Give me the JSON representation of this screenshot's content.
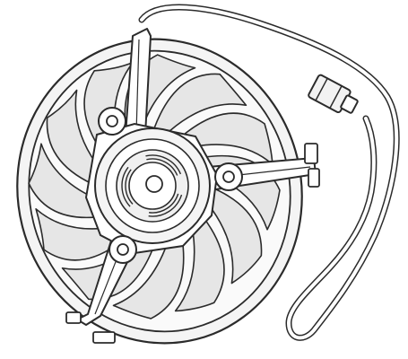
{
  "figure": {
    "subject": "radiator-cooling-fan-line-drawing",
    "colors": {
      "background": "#ffffff",
      "line": "#2b2b2b",
      "blade_fill": "#e6e6e6",
      "shroud_fill": "#f4f4f4",
      "bracket_fill": "#ffffff"
    },
    "blade_count": 12,
    "bracket_arm_count": 3
  }
}
